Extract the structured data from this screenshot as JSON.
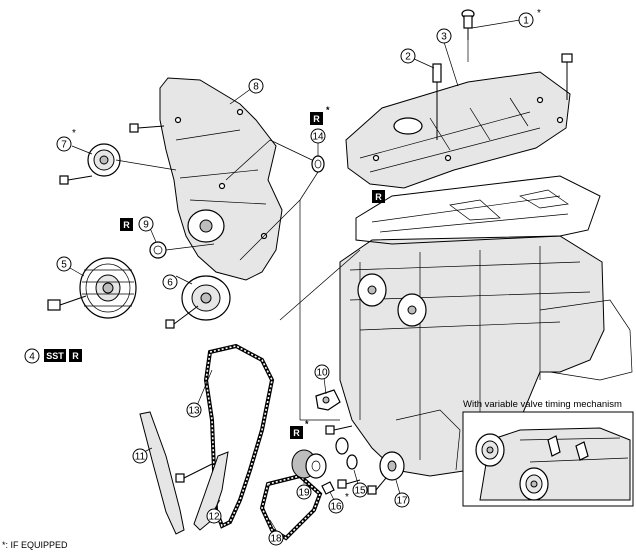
{
  "footnote": "*: IF EQUIPPED",
  "inset": {
    "title": "With variable valve timing mechanism"
  },
  "tags": {
    "sst": "SST",
    "r": "R"
  },
  "callouts": [
    {
      "num": "1",
      "mark": "*"
    },
    {
      "num": "2",
      "mark": ""
    },
    {
      "num": "3",
      "mark": ""
    },
    {
      "num": "4",
      "mark": ""
    },
    {
      "num": "5",
      "mark": ""
    },
    {
      "num": "6",
      "mark": ""
    },
    {
      "num": "7",
      "mark": "*"
    },
    {
      "num": "8",
      "mark": ""
    },
    {
      "num": "9",
      "mark": ""
    },
    {
      "num": "10",
      "mark": ""
    },
    {
      "num": "11",
      "mark": ""
    },
    {
      "num": "12",
      "mark": ""
    },
    {
      "num": "13",
      "mark": ""
    },
    {
      "num": "14",
      "mark": ""
    },
    {
      "num": "15",
      "mark": ""
    },
    {
      "num": "16",
      "mark": "*"
    },
    {
      "num": "17",
      "mark": ""
    },
    {
      "num": "18",
      "mark": ""
    },
    {
      "num": "19",
      "mark": ""
    }
  ],
  "tag_marks": {
    "r_14": "*",
    "r_19": "*"
  },
  "icons": [
    "engine-block-drawing",
    "timing-chain-drawing",
    "pulley-drawing",
    "valve-timing-sprocket-drawing"
  ]
}
